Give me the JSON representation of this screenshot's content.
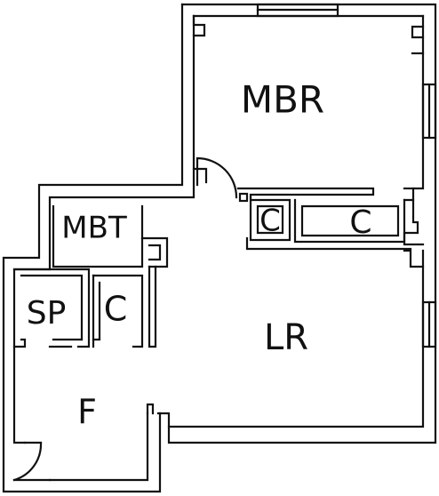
{
  "plan": {
    "line_color": "#111111",
    "background": "#ffffff",
    "rooms": [
      {
        "key": "mbr",
        "label": "MBR"
      },
      {
        "key": "mbt",
        "label": "MBT"
      },
      {
        "key": "closet_mbr_1",
        "label": "C"
      },
      {
        "key": "closet_mbr_2",
        "label": "C"
      },
      {
        "key": "sp",
        "label": "SP"
      },
      {
        "key": "closet_hall",
        "label": "C"
      },
      {
        "key": "lr",
        "label": "LR"
      },
      {
        "key": "foyer",
        "label": "F"
      }
    ]
  }
}
